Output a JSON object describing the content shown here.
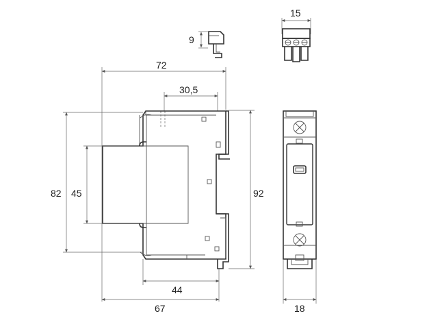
{
  "dimensions": {
    "terminal_height": "9",
    "terminal_width": "15",
    "overall_depth": "72",
    "rear_depth": "30,5",
    "overall_height": "82",
    "front_height": "45",
    "front_module_height": "92",
    "body_depth": "44",
    "rail_depth": "67",
    "module_width": "18"
  },
  "colors": {
    "line": "#333333",
    "dimension_line": "#666666",
    "background": "#ffffff"
  }
}
